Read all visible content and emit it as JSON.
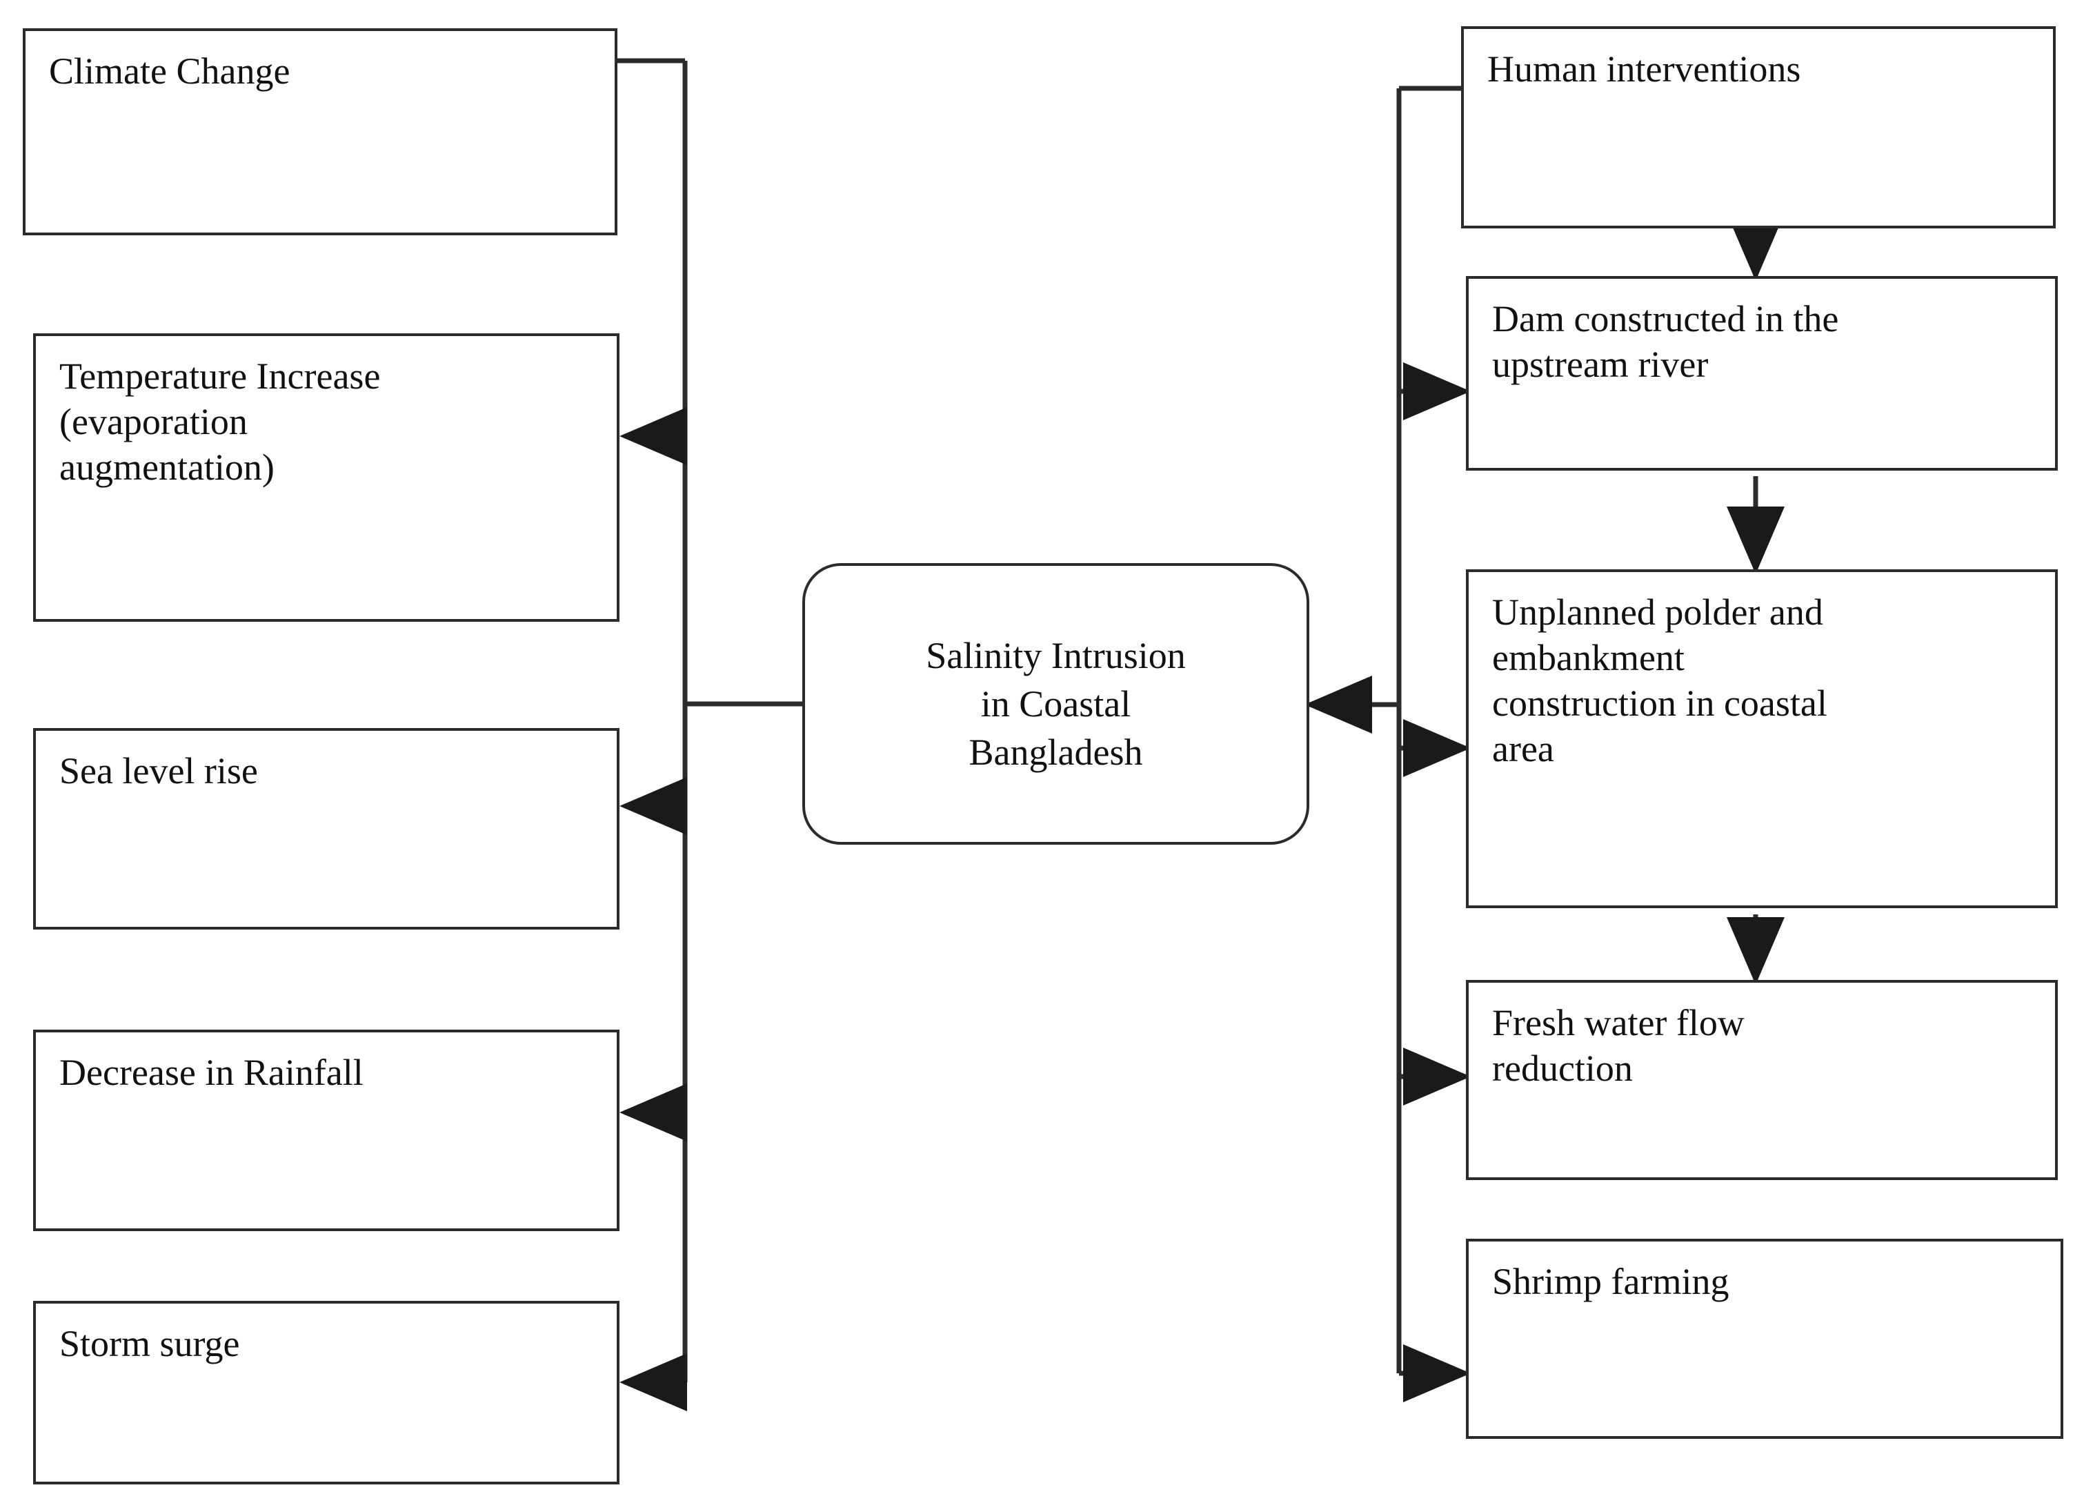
{
  "diagram": {
    "title": "Salinity Intrusion in Coastal Bangladesh cause diagram",
    "center": {
      "label": "Salinity  Intrusion\nin Coastal\nBangladesh"
    },
    "left_column": {
      "heading_node": "Climate Change",
      "nodes": [
        {
          "id": "climate-change",
          "label": "Climate  Change"
        },
        {
          "id": "temperature-increase",
          "label": "Temperature Increase\n(evaporation\naugmentation)"
        },
        {
          "id": "sea-level-rise",
          "label": "Sea level rise"
        },
        {
          "id": "decrease-in-rainfall",
          "label": "Decrease in Rainfall"
        },
        {
          "id": "storm-surge",
          "label": "Storm  surge"
        }
      ]
    },
    "right_column": {
      "heading_node": "Human interventions",
      "nodes": [
        {
          "id": "human-interventions",
          "label": "Human interventions"
        },
        {
          "id": "dam-constructed",
          "label": "Dam constructed in  the\nupstream river"
        },
        {
          "id": "unplanned-polder",
          "label": "Unplanned polder and\nembankment\nconstruction in coastal\narea"
        },
        {
          "id": "fresh-water-flow-reduction",
          "label": "Fresh water flow\nreduction"
        },
        {
          "id": "shrimp-farming",
          "label": "Shrimp  farming"
        }
      ]
    },
    "colors": {
      "stroke": "#2b2b2b",
      "text": "#111111",
      "background": "#ffffff",
      "shadow": "#9a9a9a"
    },
    "connectors": [
      {
        "from": "climate-change",
        "to": "temperature-increase",
        "direction": "left"
      },
      {
        "from": "climate-change",
        "to": "sea-level-rise",
        "direction": "left"
      },
      {
        "from": "climate-change",
        "to": "decrease-in-rainfall",
        "direction": "left"
      },
      {
        "from": "climate-change",
        "to": "storm-surge",
        "direction": "left"
      },
      {
        "from": "climate-change-trunk",
        "to": "center",
        "direction": "right"
      },
      {
        "from": "human-interventions",
        "to": "dam-constructed",
        "direction": "right"
      },
      {
        "from": "dam-constructed",
        "to": "unplanned-polder",
        "direction": "down"
      },
      {
        "from": "unplanned-polder",
        "to": "fresh-water-flow-reduction",
        "direction": "down"
      },
      {
        "from": "human-interventions-trunk",
        "to": "unplanned-polder",
        "direction": "right"
      },
      {
        "from": "human-interventions-trunk",
        "to": "fresh-water-flow-reduction",
        "direction": "right"
      },
      {
        "from": "human-interventions-trunk",
        "to": "shrimp-farming",
        "direction": "right"
      },
      {
        "from": "human-interventions-trunk",
        "to": "center",
        "direction": "left"
      }
    ]
  }
}
